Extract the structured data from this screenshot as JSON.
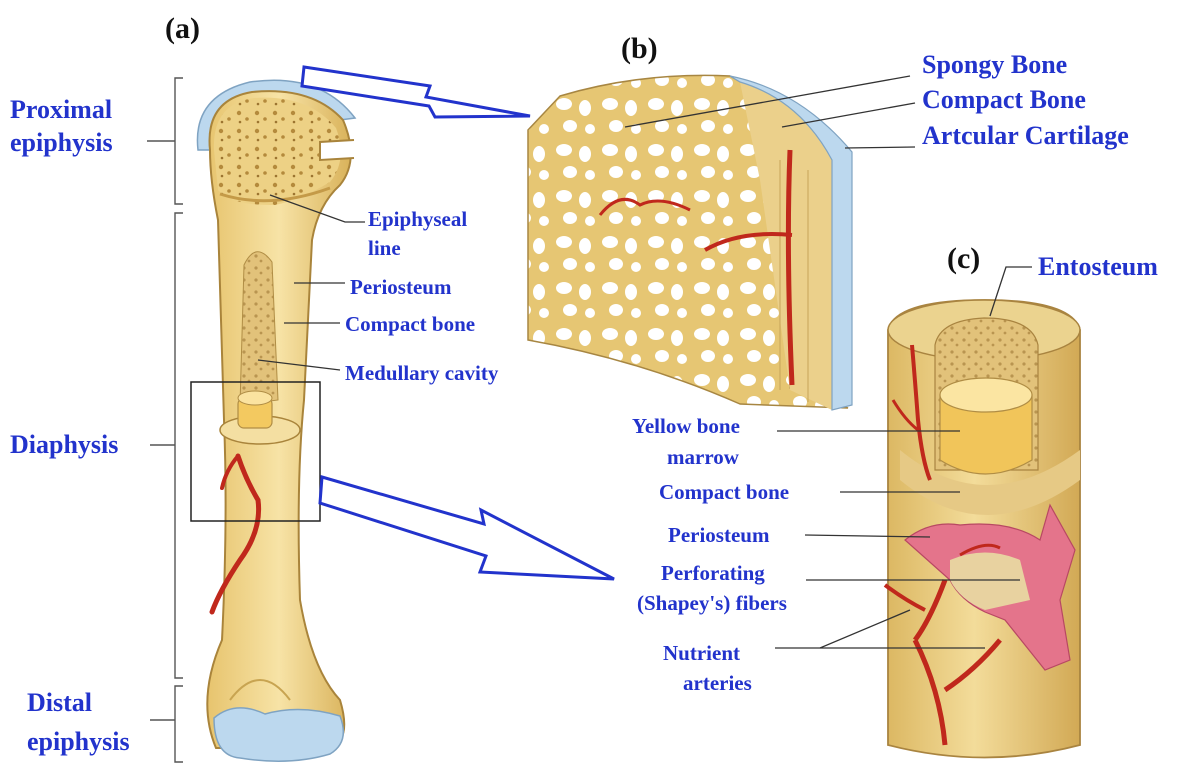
{
  "panels": {
    "a": "(a)",
    "b": "(b)",
    "c": "(c)"
  },
  "labels": {
    "proximal_epiphysis_1": "Proximal",
    "proximal_epiphysis_2": "epiphysis",
    "diaphysis": "Diaphysis",
    "distal_epiphysis_1": "Distal",
    "distal_epiphysis_2": "epiphysis",
    "epiphyseal_line_1": "Epiphyseal",
    "epiphyseal_line_2": "line",
    "periosteum_a": "Periosteum",
    "compact_bone_a": "Compact bone",
    "medullary_cavity": "Medullary cavity",
    "spongy_bone": "Spongy Bone",
    "compact_bone_b": "Compact Bone",
    "articular_cartilage": "Artcular Cartilage",
    "entosteum": "Entosteum",
    "yellow_marrow_1": "Yellow bone",
    "yellow_marrow_2": "marrow",
    "compact_bone_c": "Compact bone",
    "periosteum_c": "Periosteum",
    "perforating_1": "Perforating",
    "perforating_2": "(Shapey's) fibers",
    "nutrient_1": "Nutrient",
    "nutrient_2": "arteries"
  },
  "colors": {
    "label_text": "#2233cc",
    "bone": "#f0d68a",
    "bone_dark": "#d9b560",
    "cartilage": "#bcd8ee",
    "artery": "#c0281c",
    "periosteum": "#e0607a",
    "arrow": "#2233cc"
  }
}
